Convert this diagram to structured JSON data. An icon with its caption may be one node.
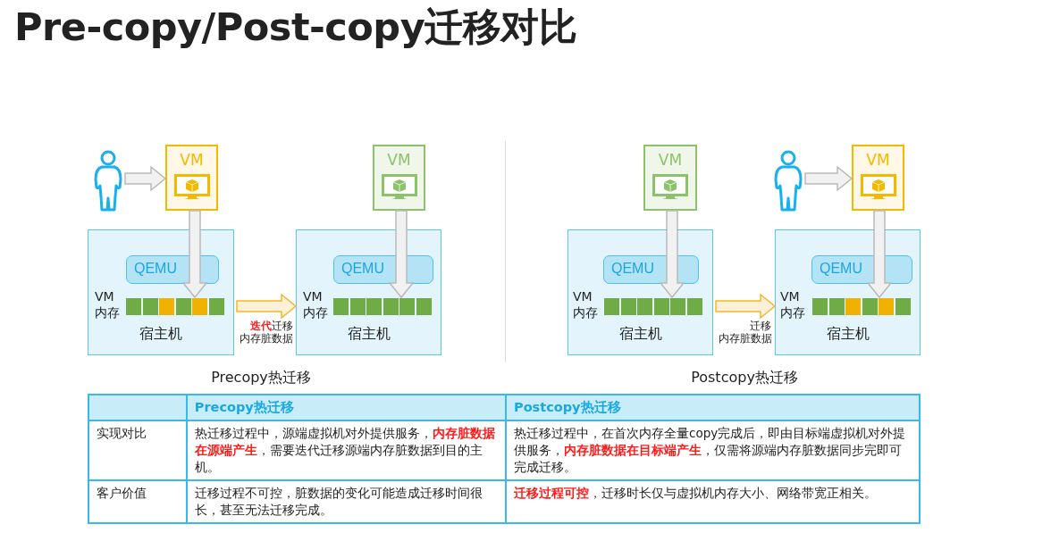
{
  "diagram": {
    "title": "Pre-copy/Post-copy迁移对比",
    "nodes": [
      {
        "text": [],
        "shape": "person"
      },
      {
        "text": [
          "VM"
        ]
      },
      {
        "text": [
          "宿主机"
        ]
      },
      {
        "text": [
          "QEMU"
        ],
        "in": 2
      },
      {
        "text": [],
        "shape": "bar",
        "in": 2
      },
      {
        "text": [
          "VM"
        ]
      },
      {
        "text": [
          "宿主机"
        ]
      },
      {
        "text": [
          "QEMU"
        ],
        "in": 6
      },
      {
        "text": [],
        "shape": "bar",
        "in": 6
      },
      {
        "text": [
          "VM"
        ]
      },
      {
        "text": [
          "宿主机"
        ]
      },
      {
        "text": [
          "QEMU"
        ],
        "in": 10
      },
      {
        "text": [],
        "shape": "bar",
        "in": 10
      },
      {
        "text": [],
        "shape": "person"
      },
      {
        "text": [
          "VM"
        ]
      },
      {
        "text": [
          "宿主机"
        ]
      },
      {
        "text": [
          "QEMU"
        ],
        "in": 15
      },
      {
        "text": [],
        "shape": "bar",
        "in": 15
      }
    ],
    "edges": [
      {
        "from": 0,
        "to": 1,
        "arrow": "to"
      },
      {
        "from": 1,
        "to": 4,
        "arrow": "to"
      },
      {
        "from": 5,
        "to": 8,
        "arrow": "to"
      },
      {
        "from": 2,
        "to": 6,
        "arrow": "to",
        "color": "#f2b632",
        "label": "**迭代**迁移内存脏数据"
      },
      {
        "from": 9,
        "to": 12,
        "arrow": "to"
      },
      {
        "from": 10,
        "to": 15,
        "arrow": "to",
        "color": "#f2b632",
        "label": "迁移内存脏数据"
      },
      {
        "from": 13,
        "to": 14,
        "arrow": "to"
      },
      {
        "from": 14,
        "to": 17,
        "arrow": "to"
      }
    ],
    "labels": [
      "VM 内存",
      "VM 内存",
      "VM 内存",
      "VM 内存",
      "Precopy热迁移",
      "Postcopy热迁移",
      "Precopy热迁移",
      "Postcopy热迁移",
      "实现对比",
      "热迁移过程中，源端虚拟机对外提供服务，**内存脏数据在源端产生**，需要迭代迁移源端内存脏数据到目的主机。",
      "热迁移过程中，在首次内存全量copy完成后，即由目标端虚拟机对外提供服务，**内存脏数据在目标端产生**，仅需将源端内存脏数据同步完即可完成迁移。",
      "客户价值",
      "迁移过程不可控，脏数据的变化可能造成迁移时间很长，甚至无法迁移完成。",
      "**迁移过程可控**，迁移时长仅与虚拟机内存大小、网络带宽正相关。"
    ]
  }
}
